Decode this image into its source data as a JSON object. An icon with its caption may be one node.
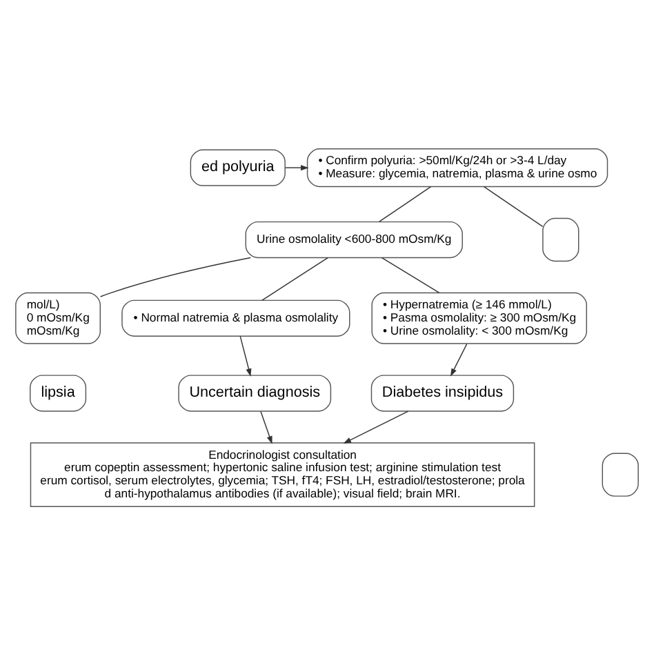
{
  "diagram": {
    "nodes": [
      {
        "text": [
          "ed polyuria"
        ]
      },
      {
        "text": [
          "• Confirm polyuria: >50ml/Kg/24h or >3-4 L/day",
          "• Measure: glycemia, natremia, plasma & urine osmo"
        ]
      },
      {
        "text": [
          "Urine osmolality <600-800 mOsm/Kg"
        ]
      },
      {
        "text": [],
        "shape": "box"
      },
      {
        "text": [
          "mol/L)",
          "0 mOsm/Kg",
          "mOsm/Kg"
        ]
      },
      {
        "text": [
          "• Normal natremia & plasma osmolality"
        ]
      },
      {
        "text": [
          "• Hypernatremia (≥ 146 mmol/L)",
          "• Pasma osmolality: ≥ 300 mOsm/Kg",
          "• Urine osmolality: < 300 mOsm/Kg"
        ]
      },
      {
        "text": [
          "lipsia"
        ]
      },
      {
        "text": [
          "Uncertain diagnosis"
        ]
      },
      {
        "text": [
          "Diabetes insipidus"
        ]
      },
      {
        "text": [],
        "shape": "box"
      },
      {
        "text": [
          "Endocrinologist consultation",
          "erum copeptin assessment; hypertonic saline infusion test; arginine stimulation test",
          "erum cortisol, serum electrolytes, glycemia; TSH, fT4; FSH, LH, estradiol/testosterone; prola",
          "d anti-hypothalamus antibodies (if available); visual field; brain MRI."
        ]
      }
    ],
    "edges": [
      {
        "from": 0,
        "to": 1,
        "arrow": "to"
      },
      {
        "from": 1,
        "to": 2,
        "arrow": "none"
      },
      {
        "from": 1,
        "to": 3,
        "arrow": "none"
      },
      {
        "from": 2,
        "to": 4,
        "arrow": "none"
      },
      {
        "from": 2,
        "to": 5,
        "arrow": "none"
      },
      {
        "from": 2,
        "to": 6,
        "arrow": "none"
      },
      {
        "from": 5,
        "to": 8,
        "arrow": "to"
      },
      {
        "from": 6,
        "to": 9,
        "arrow": "to"
      },
      {
        "from": 8,
        "to": 11,
        "arrow": "to"
      },
      {
        "from": 9,
        "to": 11,
        "arrow": "to"
      }
    ]
  }
}
